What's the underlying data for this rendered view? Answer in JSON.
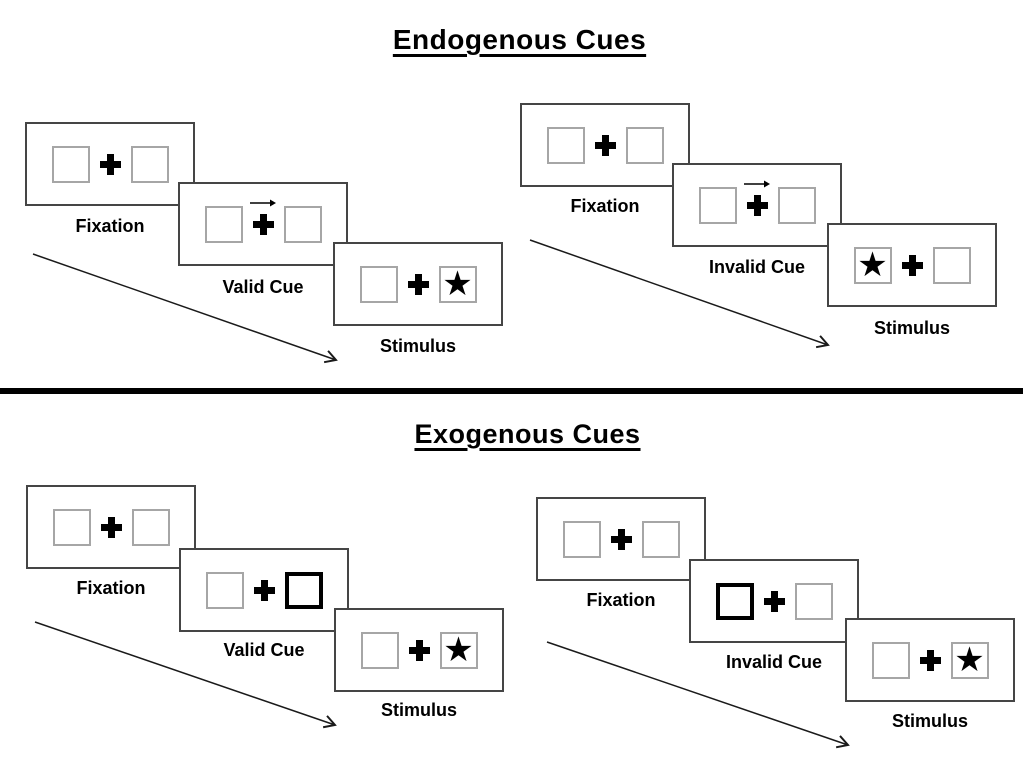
{
  "diagram": {
    "icons": {
      "star": "★",
      "fixation_cross": "plus-cross",
      "cue_arrow": "right-arrow",
      "sequence_arrow": "diagonal-down-right-arrow"
    },
    "colors": {
      "background": "#ffffff",
      "ink": "#000000",
      "panel_border": "#454545",
      "placeholder_box_border": "#a6a6a6",
      "exogenous_cue_box_border": "#000000"
    },
    "sections": [
      {
        "title": "Endogenous Cues",
        "groups": [
          {
            "name": "valid",
            "panels": [
              {
                "label": "Fixation",
                "left_box": "empty",
                "right_box": "empty",
                "cue_arrow": false
              },
              {
                "label": "Valid Cue",
                "left_box": "empty",
                "right_box": "empty",
                "cue_arrow": true
              },
              {
                "label": "Stimulus",
                "left_box": "empty",
                "right_box": "star",
                "cue_arrow": false
              }
            ]
          },
          {
            "name": "invalid",
            "panels": [
              {
                "label": "Fixation",
                "left_box": "empty",
                "right_box": "empty",
                "cue_arrow": false
              },
              {
                "label": "Invalid Cue",
                "left_box": "empty",
                "right_box": "empty",
                "cue_arrow": true
              },
              {
                "label": "Stimulus",
                "left_box": "star",
                "right_box": "empty",
                "cue_arrow": false
              }
            ]
          }
        ]
      },
      {
        "title": "Exogenous Cues",
        "groups": [
          {
            "name": "valid",
            "panels": [
              {
                "label": "Fixation",
                "left_box": "empty",
                "right_box": "empty",
                "cue_arrow": false
              },
              {
                "label": "Valid Cue",
                "left_box": "empty",
                "right_box": "bold",
                "cue_arrow": false
              },
              {
                "label": "Stimulus",
                "left_box": "empty",
                "right_box": "star",
                "cue_arrow": false
              }
            ]
          },
          {
            "name": "invalid",
            "panels": [
              {
                "label": "Fixation",
                "left_box": "empty",
                "right_box": "empty",
                "cue_arrow": false
              },
              {
                "label": "Invalid Cue",
                "left_box": "bold",
                "right_box": "empty",
                "cue_arrow": false
              },
              {
                "label": "Stimulus",
                "left_box": "empty",
                "right_box": "star",
                "cue_arrow": false
              }
            ]
          }
        ]
      }
    ]
  }
}
